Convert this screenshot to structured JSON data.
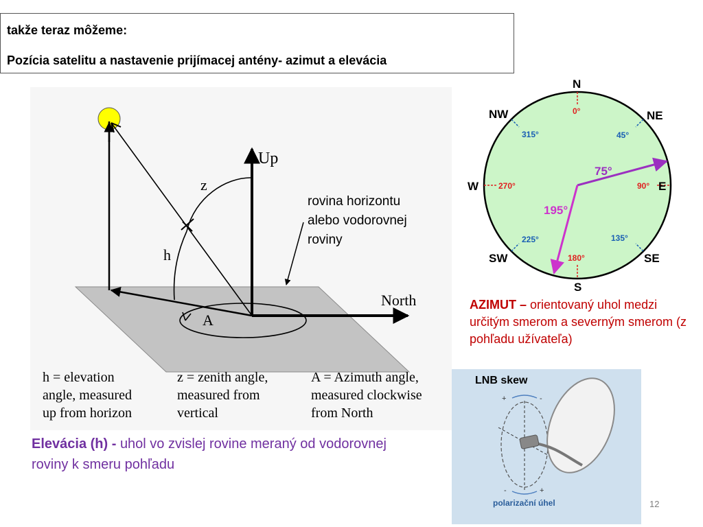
{
  "header": {
    "line1": "takže teraz môžeme:",
    "line2": "Pozícia satelitu a nastavenie prijímacej antény-  azimut a elevácia"
  },
  "left_diagram": {
    "up_label": "Up",
    "north_label": "North",
    "z_label": "z",
    "h_label": "h",
    "a_label": "A",
    "legend": {
      "h": "h = elevation\nangle, measured\nup from horizon",
      "z": "z = zenith angle,\nmeasured from\nvertical",
      "a": "A = Azimuth angle,\nmeasured clockwise\nfrom North"
    },
    "plane_note": "rovina horizontu\nalebo vodorovnej\nroviny"
  },
  "elevation": {
    "term": "Elevácia (h) - ",
    "description": "uhol vo zvislej rovine meraný od vodorovnej roviny k smeru pohľadu"
  },
  "compass": {
    "directions": {
      "n": "N",
      "ne": "NE",
      "e": "E",
      "se": "SE",
      "s": "S",
      "sw": "SW",
      "w": "W",
      "nw": "NW"
    },
    "degrees": {
      "d0": "0°",
      "d45": "45°",
      "d90": "90°",
      "d135": "135°",
      "d180": "180°",
      "d225": "225°",
      "d270": "270°",
      "d315": "315°"
    },
    "bearing_1": "75°",
    "bearing_2": "195°",
    "colors": {
      "fill": "#ccf5c8",
      "purple": "#9b30c0",
      "magenta": "#cc33cc",
      "red_label": "#e02020",
      "blue_label": "#1a5fb4"
    }
  },
  "azimut": {
    "term": "AZIMUT – ",
    "description": "orientovaný uhol medzi určitým smerom a severným smerom (z pohľadu užívateľa)"
  },
  "lnb": {
    "title": "LNB skew",
    "caption": "polarizační úhel",
    "plus": "+",
    "minus": "-"
  },
  "slide_number": "12"
}
